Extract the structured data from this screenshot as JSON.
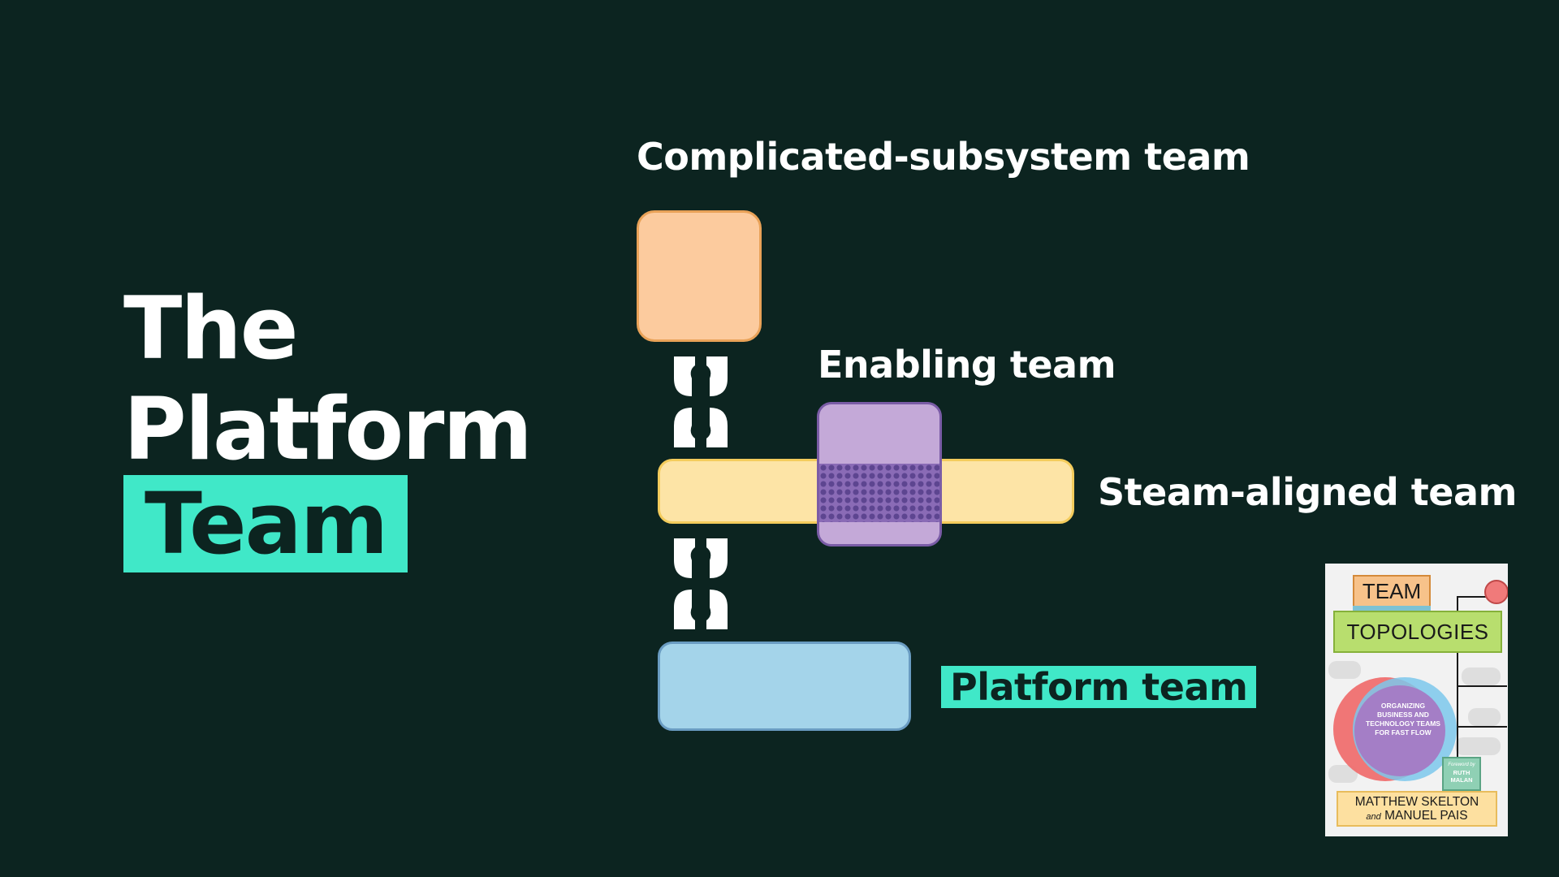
{
  "title": {
    "line1": "The",
    "line2": "Platform",
    "highlight": "Team"
  },
  "diagram": {
    "complicated_subsystem_label": "Complicated-subsystem team",
    "enabling_label": "Enabling team",
    "stream_aligned_label": "Steam-aligned team",
    "platform_label": "Platform team"
  },
  "book": {
    "title_1": "TEAM",
    "title_2": "TOPOLOGIES",
    "subtitle": "ORGANIZING BUSINESS AND TECHNOLOGY TEAMS FOR FAST FLOW",
    "foreword_prefix": "Foreword by",
    "foreword_name": "RUTH MALAN",
    "author_1": "MATTHEW SKELTON",
    "author_and": "and",
    "author_2": "MANUEL PAIS"
  },
  "colors": {
    "background": "#0c2420",
    "accent": "#40e8c8",
    "complicated_subsystem": "#fccb9e",
    "stream_aligned": "#fde4a6",
    "enabling": "#c4a9d8",
    "platform": "#a4d4ea"
  }
}
